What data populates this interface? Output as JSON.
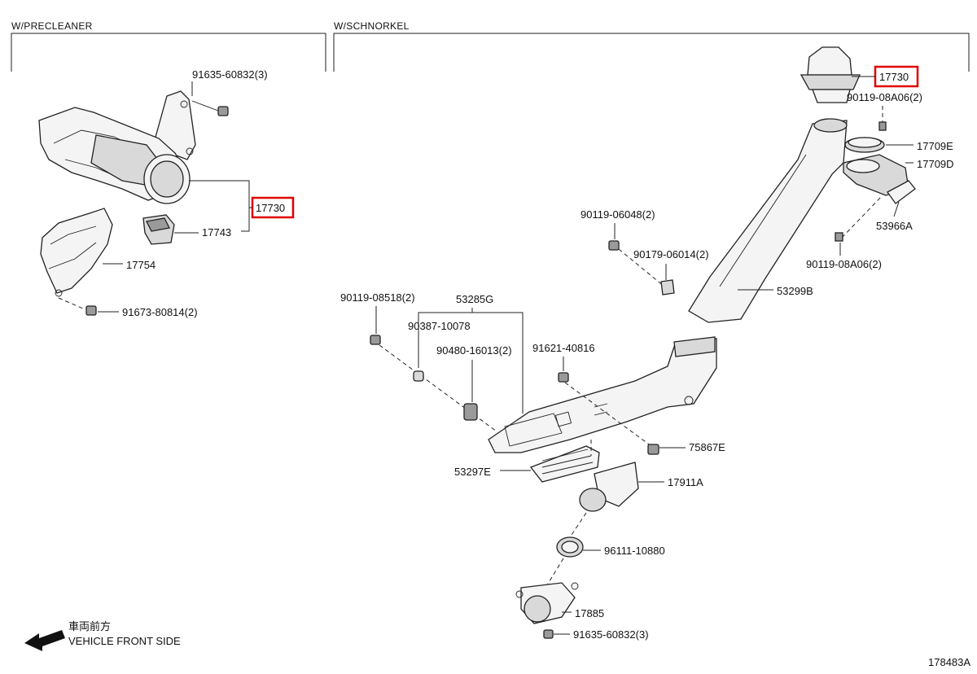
{
  "sections": {
    "precleaner": "W/PRECLEANER",
    "schnorkel": "W/SCHNORKEL"
  },
  "parts": {
    "p91635_top": "91635-60832(3)",
    "p17730_left": "17730",
    "p17743": "17743",
    "p17754": "17754",
    "p91673": "91673-80814(2)",
    "p17730_right": "17730",
    "p90119_08a06_top": "90119-08A06(2)",
    "p17709e": "17709E",
    "p17709d": "17709D",
    "p53966a": "53966A",
    "p90119_08a06_bot": "90119-08A06(2)",
    "p90119_06048": "90119-06048(2)",
    "p90179": "90179-06014(2)",
    "p53299b": "53299B",
    "p90119_08518": "90119-08518(2)",
    "p53285g": "53285G",
    "p90387": "90387-10078",
    "p90480": "90480-16013(2)",
    "p91621": "91621-40816",
    "p75867e": "75867E",
    "p53297e": "53297E",
    "p17911a": "17911A",
    "p96111": "96111-10880",
    "p17885": "17885",
    "p91635_bot": "91635-60832(3)"
  },
  "legend": {
    "jp": "車両前方",
    "en": "VEHICLE FRONT SIDE"
  },
  "figure_id": "178483A",
  "highlight_color": "#e00000"
}
